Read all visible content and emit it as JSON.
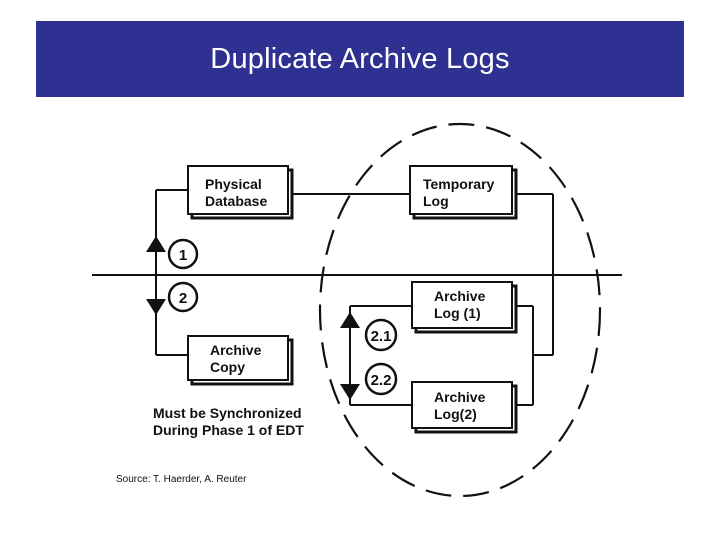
{
  "title": "Duplicate Archive Logs",
  "boxes": {
    "physical_database": [
      "Physical",
      "Database"
    ],
    "temporary_log": [
      "Temporary",
      "Log"
    ],
    "archive_copy": [
      "Archive",
      "Copy"
    ],
    "archive_log_1": [
      "Archive",
      "Log (1)"
    ],
    "archive_log_2": [
      "Archive",
      "Log(2)"
    ]
  },
  "steps": [
    "1",
    "2",
    "2.1",
    "2.2"
  ],
  "note": [
    "Must be Synchronized",
    "During Phase 1 of EDT"
  ],
  "source": "Source: T. Haerder, A. Reuter",
  "colors": {
    "title_bar": "#2e3192",
    "title_text": "#ffffff",
    "lines": "#111111"
  }
}
